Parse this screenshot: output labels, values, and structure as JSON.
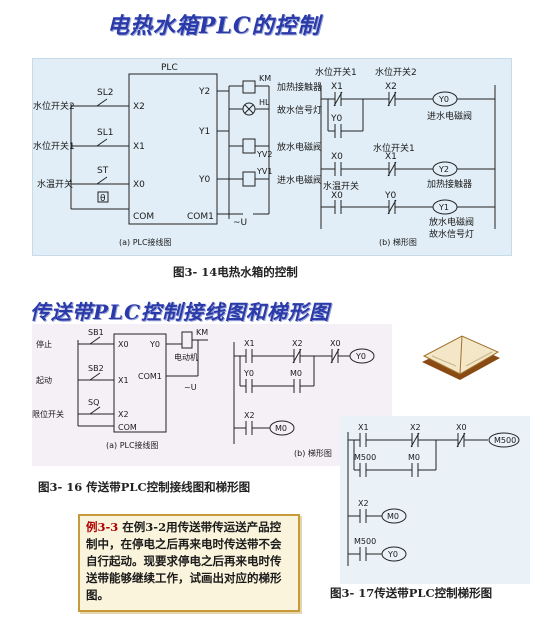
{
  "title_top": "电热水箱PLC的控制",
  "title_mid": "传送带PLC控制接线图和梯形图",
  "fig14": {
    "plc": "PLC",
    "labels_left": [
      "水位开关2",
      "水位开关1",
      "水温开关"
    ],
    "switches": [
      "SL2",
      "SL1",
      "ST"
    ],
    "inputs": [
      "X2",
      "X1",
      "X0",
      "COM"
    ],
    "outputs": [
      "Y2",
      "Y1",
      "Y0",
      "COM1"
    ],
    "loads": [
      "KM",
      "HL",
      "YV2",
      "YV1"
    ],
    "load_names": [
      "加热接触器",
      "故水信号灯",
      "放水电磁阀",
      "进水电磁阀"
    ],
    "source": "~U",
    "thermo": "θ",
    "cap_a": "(a) PLC接线图",
    "cap_b": "(b) 梯形图",
    "lad_top": [
      "水位开关1",
      "水位开关2"
    ],
    "lad_c1": "X1",
    "lad_c2": "X2",
    "lad_y0": "Y0",
    "lad_coil0": "Y0",
    "lad_coil0_name": "进水电磁阀",
    "lad_mid": "水位开关1",
    "lad_x0": "X0",
    "lad_x1": "X1",
    "lad_coil2": "Y2",
    "lad_coil2_name": "加热接触器",
    "lad_wt": "水温开关",
    "lad_x0b": "X0",
    "lad_y0b": "Y0",
    "lad_coil1": "Y1",
    "lad_coil1_names": [
      "放水电磁阀",
      "故水信号灯"
    ],
    "caption": "图3- 14电热水箱的控制"
  },
  "fig16": {
    "labels": [
      "停止",
      "起动",
      "限位开关"
    ],
    "switches": [
      "SB1",
      "SB2",
      "SQ"
    ],
    "inputs": [
      "X0",
      "X1",
      "X2",
      "COM"
    ],
    "outputs": [
      "Y0",
      "COM1"
    ],
    "km": "KM",
    "motor": "电动机",
    "source": "~U",
    "cap_a": "(a) PLC接线图",
    "cap_b": "(b) 梯形图",
    "c_x1": "X1",
    "c_x2": "X2",
    "c_x0": "X0",
    "coil_y0": "Y0",
    "c_y0": "Y0",
    "c_m0": "M0",
    "c_x2b": "X2",
    "coil_m0": "M0",
    "caption": "图3- 16 传送带PLC控制接线图和梯形图"
  },
  "fig17": {
    "c_x1": "X1",
    "c_x2": "X2",
    "c_x0": "X0",
    "coil_m500": "M500",
    "c_m500": "M500",
    "c_m0": "M0",
    "c_x2b": "X2",
    "coil_m0": "M0",
    "c_m500b": "M500",
    "coil_y0": "Y0",
    "caption": "图3- 17传送带PLC控制梯形图"
  },
  "example": {
    "lead": "例3-3",
    "text": "在例3-2用传送带传运送产品控制中，在停电之后再来电时传送带不会自行起动。现要求停电之后再来电时传送带能够继续工作，试画出对应的梯形图。"
  }
}
